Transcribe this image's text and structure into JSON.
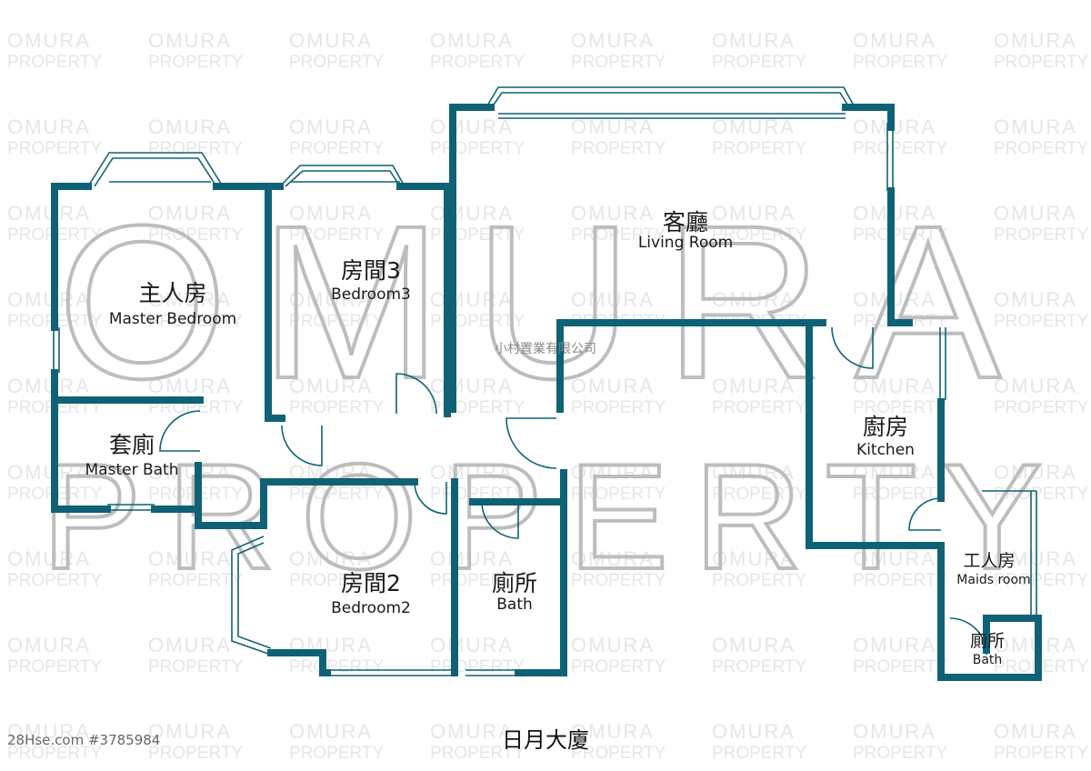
{
  "watermark": {
    "tile_line1": "OMURA",
    "tile_line2": "PROPERTY",
    "big_line1": "OMURA",
    "big_line2": "PROPERTY",
    "company": "小村置業有限公司",
    "color": "#e6e6e6",
    "big_color": "#bdbdbd"
  },
  "colors": {
    "wall": "#0f6275",
    "window": "#0f6275",
    "door": "#0f6275"
  },
  "rooms": {
    "master_bedroom": {
      "zh": "主人房",
      "en": "Master Bedroom"
    },
    "bedroom3": {
      "zh": "房間3",
      "en": "Bedroom3"
    },
    "living_room": {
      "zh": "客廳",
      "en": "Living Room"
    },
    "master_bath": {
      "zh": "套廁",
      "en": "Master Bath"
    },
    "bedroom2": {
      "zh": "房間2",
      "en": "Bedroom2"
    },
    "bath": {
      "zh": "廁所",
      "en": "Bath"
    },
    "kitchen": {
      "zh": "廚房",
      "en": "Kitchen"
    },
    "maids_room": {
      "zh": "工人房",
      "en": "Maids room"
    },
    "maids_bath": {
      "zh": "廁所",
      "en": "Bath"
    }
  },
  "building_name": "日月大廈",
  "source": "28Hse.com #3785984"
}
